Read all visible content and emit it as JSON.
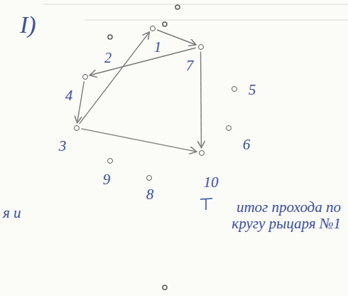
{
  "diagram": {
    "nodes": [
      {
        "text": [
          "1"
        ]
      },
      {
        "text": [
          "7"
        ]
      },
      {
        "text": [
          "4"
        ]
      },
      {
        "text": [
          "5"
        ]
      },
      {
        "text": [
          "3"
        ]
      },
      {
        "text": [
          "6"
        ]
      },
      {
        "text": [
          "10"
        ]
      },
      {
        "text": [
          "9"
        ]
      },
      {
        "text": [
          "8"
        ]
      }
    ],
    "edges": [
      {
        "from": 4,
        "to": 0,
        "arrow": "to"
      },
      {
        "from": 0,
        "to": 1,
        "arrow": "to"
      },
      {
        "from": 1,
        "to": 6,
        "arrow": "to"
      },
      {
        "from": 4,
        "to": 6,
        "arrow": "to"
      },
      {
        "from": 1,
        "to": 2,
        "label": "2",
        "arrow": "to"
      },
      {
        "from": 2,
        "to": 4,
        "arrow": "to"
      }
    ],
    "labels": [
      "I)",
      "я и",
      "итог прохода по кругу рыцаря №1"
    ]
  }
}
